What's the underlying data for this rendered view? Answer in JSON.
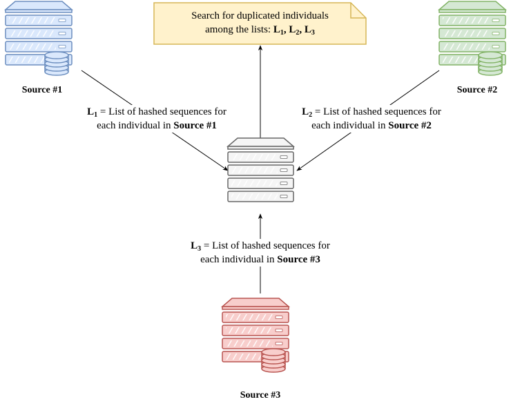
{
  "note": {
    "line1": "Search for duplicated individuals",
    "line2_prefix": "among the lists: ",
    "list_a": "L",
    "list_a_sub": "1",
    "sep1": ", ",
    "list_b": "L",
    "list_b_sub": "2",
    "sep2": ", ",
    "list_c": "L",
    "list_c_sub": "3"
  },
  "sources": {
    "s1": {
      "label": "Source #1",
      "color_fill": "#dae8fc",
      "color_stroke": "#6c8ebf"
    },
    "s2": {
      "label": "Source #2",
      "color_fill": "#d5e8d4",
      "color_stroke": "#82b366"
    },
    "s3": {
      "label": "Source #3",
      "color_fill": "#f8cecc",
      "color_stroke": "#b85450"
    }
  },
  "central": {
    "color_fill": "#f5f5f5",
    "color_stroke": "#666666"
  },
  "edges": {
    "l1": {
      "sym": "L",
      "sub": "1",
      "text": " = List of hashed sequences for",
      "line2": "each individual in ",
      "source": "Source #1"
    },
    "l2": {
      "sym": "L",
      "sub": "2",
      "text": " = List of hashed sequences for",
      "line2": "each individual in ",
      "source": "Source #2"
    },
    "l3": {
      "sym": "L",
      "sub": "3",
      "text": " = List of hashed sequences for",
      "line2": "each individual in ",
      "source": "Source #3"
    }
  },
  "icons": {
    "server": "server-rack-icon",
    "database": "database-icon",
    "note": "note-icon"
  }
}
